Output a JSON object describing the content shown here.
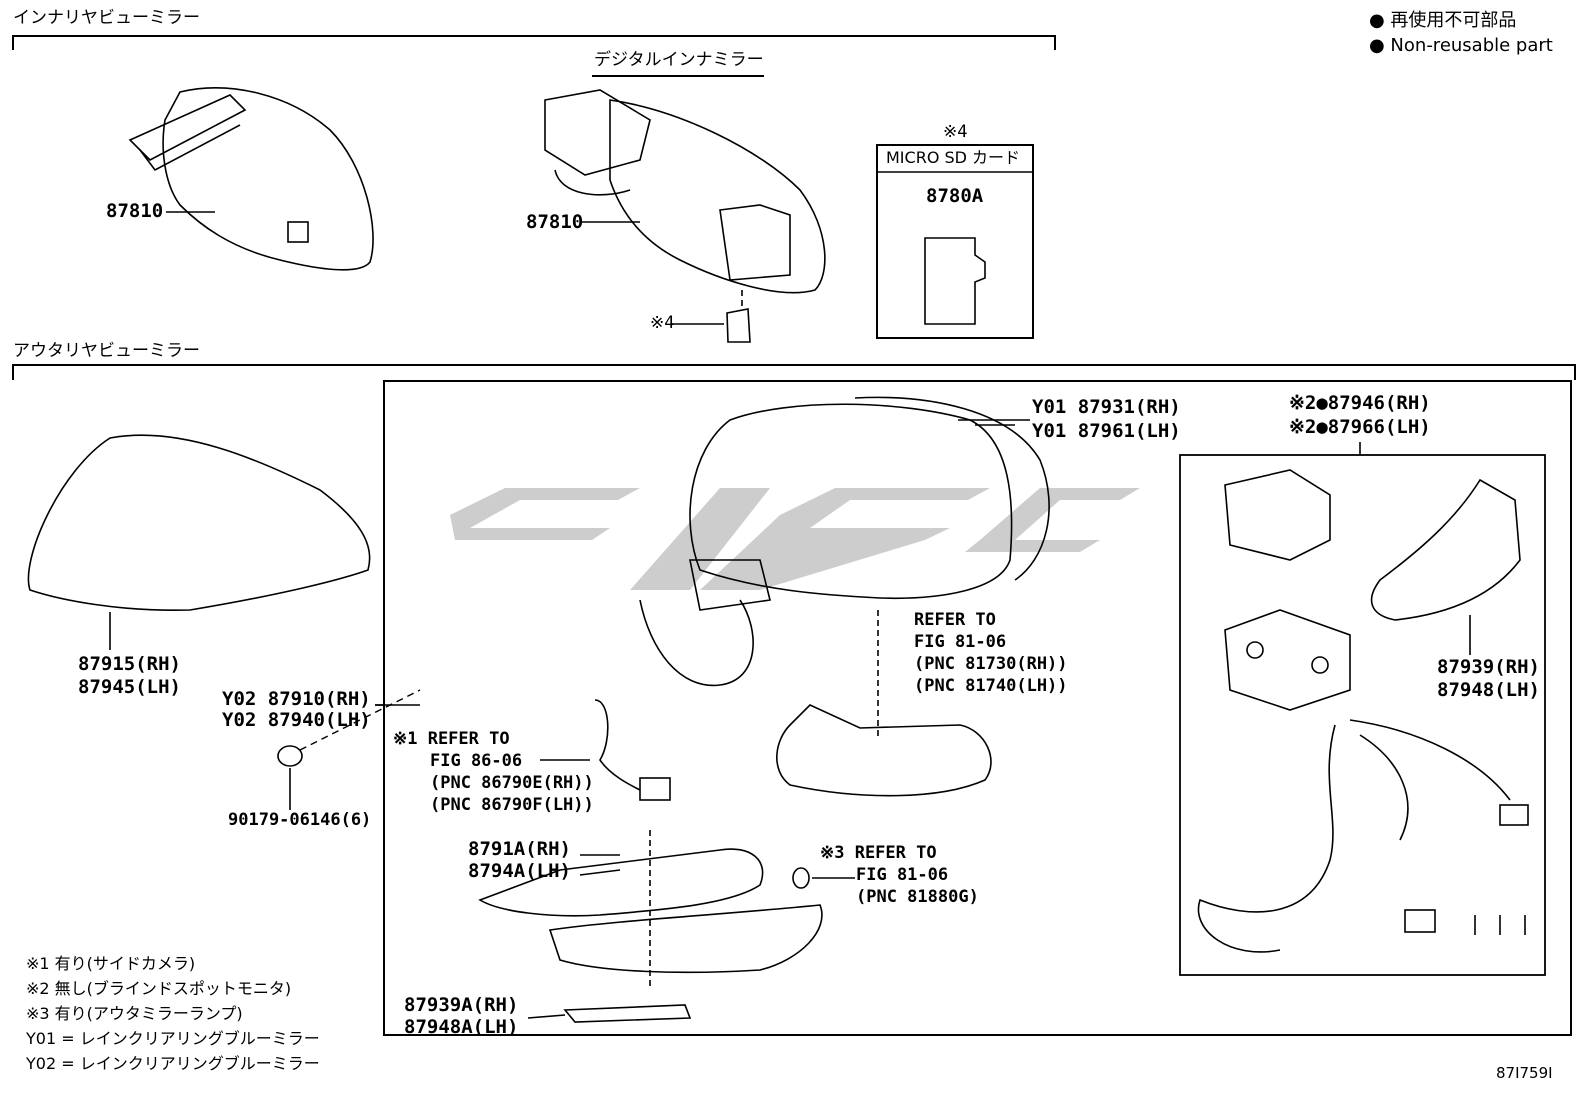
{
  "legend": {
    "line1": "● 再使用不可部品",
    "line2": "● Non-reusable part"
  },
  "sections": {
    "inner": "インナリヤビューミラー",
    "digital": "デジタルインナミラー",
    "outer": "アウタリヤビューミラー"
  },
  "sd_box": {
    "mark": "※4",
    "title": "MICRO SD カード",
    "part": "8780A"
  },
  "labels": {
    "inner_mirror": "87810",
    "digital_mirror": "87810",
    "sd_ref": "※4",
    "cover_rh": "87915(RH)",
    "cover_lh": "87945(LH)",
    "assy_rh": "Y02 87910(RH)",
    "assy_lh": "Y02 87940(LH)",
    "screw": "90179-06146(6)",
    "mirror_rh": "Y01 87931(RH)",
    "mirror_lh": "Y01 87961(LH)",
    "motor_rh": "※2●87946(RH)",
    "motor_lh": "※2●87966(LH)",
    "cover2_rh": "87939(RH)",
    "cover2_lh": "87948(LH)",
    "base_rh": "8791A(RH)",
    "base_lh": "8794A(LH)",
    "lamp_rh": "87939A(RH)",
    "lamp_lh": "87948A(LH)"
  },
  "refs": {
    "turn": {
      "l1": "REFER TO",
      "l2": "FIG 81-06",
      "l3": "(PNC 81730(RH))",
      "l4": "(PNC 81740(LH))"
    },
    "camera": {
      "l1": "※1 REFER TO",
      "l2": "FIG 86-06",
      "l3": "(PNC 86790E(RH))",
      "l4": "(PNC 86790F(LH))"
    },
    "bulb": {
      "l1": "※3 REFER TO",
      "l2": "FIG 81-06",
      "l3": "(PNC 81880G)"
    }
  },
  "notes": [
    "※1 有り(サイドカメラ)",
    "※2 無し(ブラインドスポットモニタ)",
    "※3 有り(アウタミラーランプ)",
    "Y01 = レインクリアリングブルーミラー",
    "Y02 = レインクリアリングブルーミラー"
  ],
  "figure_id": "87I759I"
}
